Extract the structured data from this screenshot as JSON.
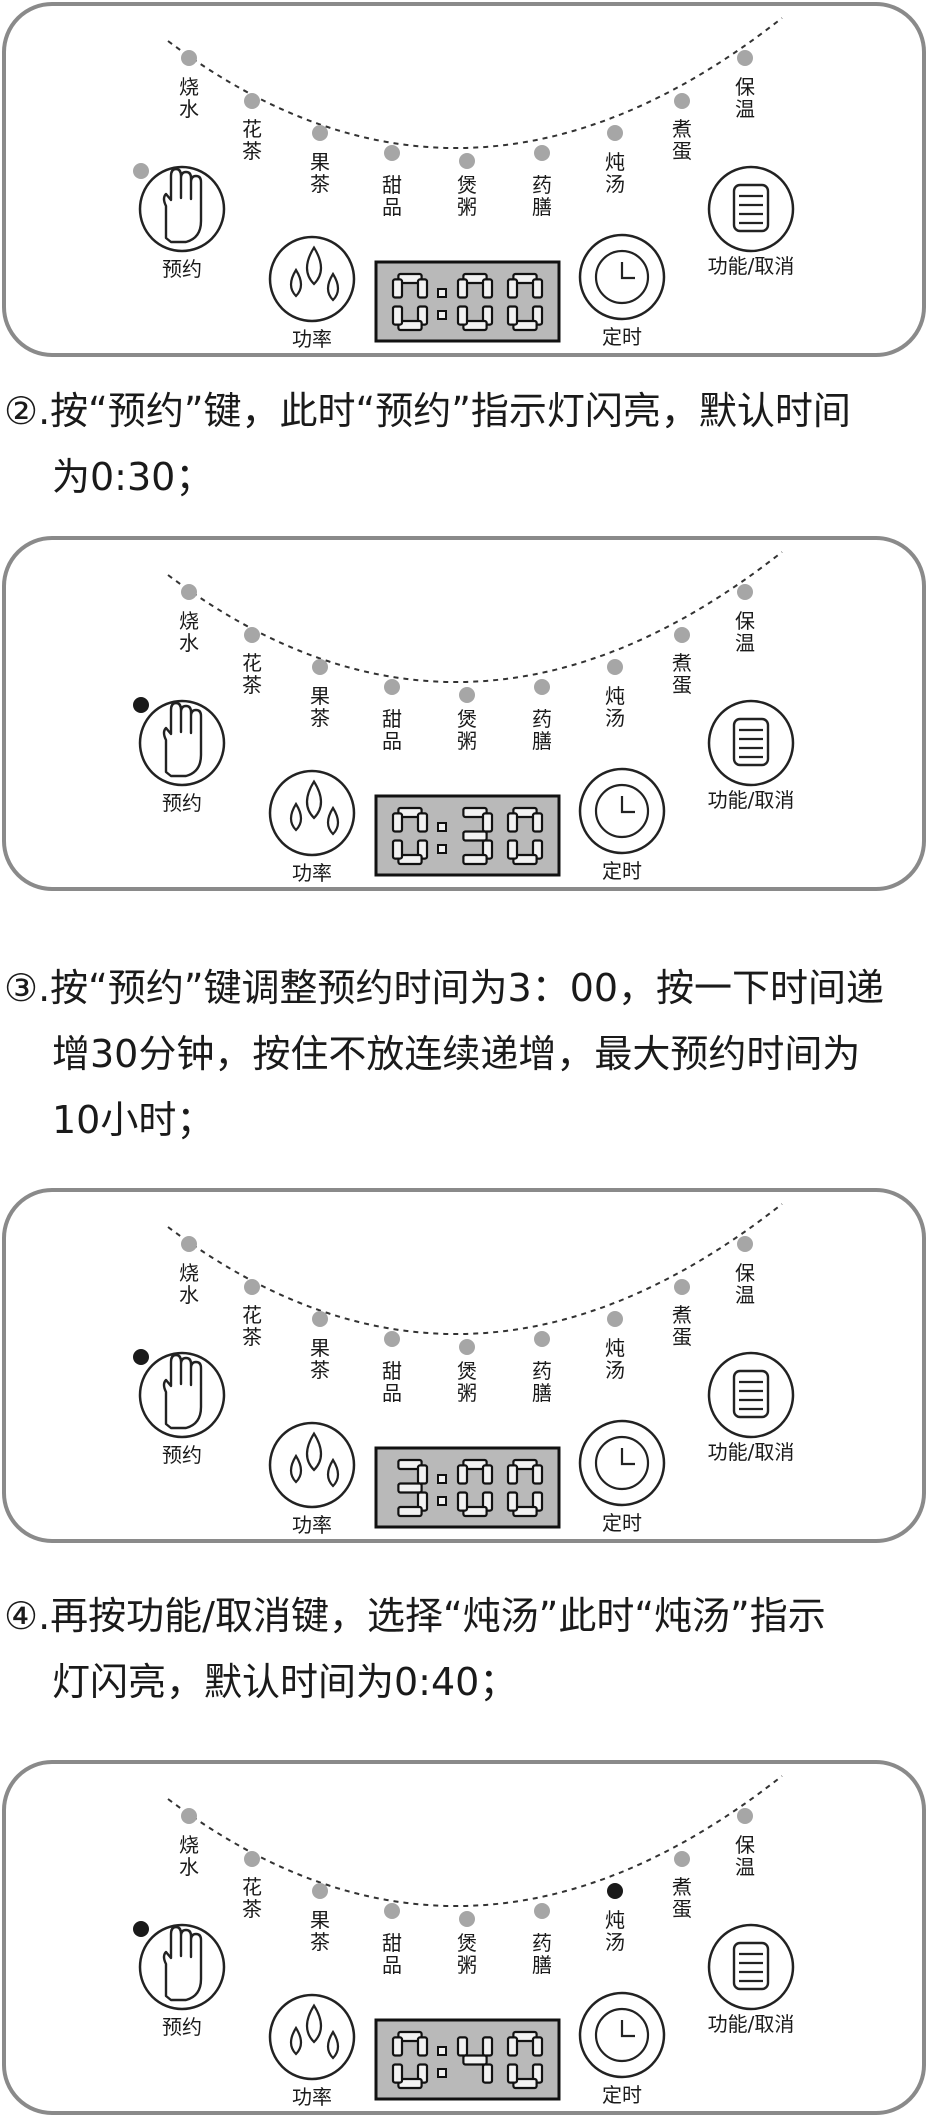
{
  "panel_labels": {
    "functions": [
      {
        "name": "烧水",
        "light_color": "#9a9a9a"
      },
      {
        "name": "花茶"
      },
      {
        "name": "果茶"
      },
      {
        "name": "甜品"
      },
      {
        "name": "煲粥"
      },
      {
        "name": "药膳"
      },
      {
        "name": "炖汤"
      },
      {
        "name": "煮蛋"
      },
      {
        "name": "保温"
      }
    ],
    "reserve": "预约",
    "power": "功率",
    "timer": "定时",
    "func_cancel": "功能/取消"
  },
  "panels": [
    {
      "display": "0:00",
      "reserve_lit": false,
      "active_function": null
    },
    {
      "display": "0:30",
      "reserve_lit": true,
      "active_function": null
    },
    {
      "display": "3:00",
      "reserve_lit": true,
      "active_function": null
    },
    {
      "display": "0:40",
      "reserve_lit": true,
      "active_function": "炖汤"
    }
  ],
  "steps": [
    {
      "line1": "②.按“预约”键，此时“预约”指示灯闪亮，默认时间",
      "line2": "为0:30；"
    },
    {
      "line1": "③.按“预约”键调整预约时间为3：00，按一下时间递",
      "line2": "增30分钟，按住不放连续递增，最大预约时间为",
      "line3": "10小时；"
    },
    {
      "line1": "④.再按功能/取消键，选择“炖汤”此时“炖汤”指示",
      "line2": "灯闪亮，默认时间为0:40；"
    }
  ],
  "colors": {
    "border": "#8a8a8a",
    "lcd_bg": "#b9b9b9",
    "light_off": "#a6a6a6",
    "light_on": "#1a1a1a",
    "text": "#1a1a1a"
  }
}
